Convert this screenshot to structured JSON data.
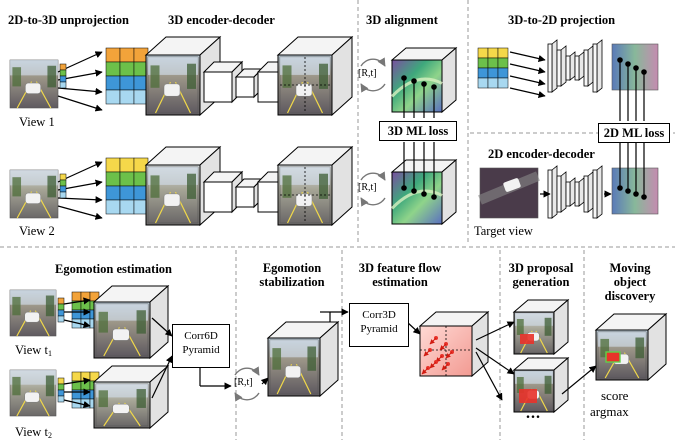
{
  "sections": {
    "unprojection": "2D-to-3D unprojection",
    "encoder_decoder_3d": "3D encoder-decoder",
    "alignment": "3D alignment",
    "projection": "3D-to-2D projection",
    "encoder_decoder_2d": "2D encoder-decoder",
    "egomotion_estimation": "Egomotion estimation",
    "egomotion_stabilization": [
      "Egomotion",
      "stabilization"
    ],
    "feature_flow": [
      "3D feature flow",
      "estimation"
    ],
    "proposal": [
      "3D proposal",
      "generation"
    ],
    "moving_object": [
      "Moving",
      "object",
      "discovery"
    ]
  },
  "labels": {
    "view1": "View 1",
    "view2": "View 2",
    "target_view": "Target view",
    "view_t1_base": "View t",
    "view_t1_sub": "1",
    "view_t2_base": "View t",
    "view_t2_sub": "2",
    "score": "score",
    "argmax": "argmax",
    "ellipsis": "..."
  },
  "boxes": {
    "ml3d": "3D ML loss",
    "ml2d": "2D ML loss",
    "corr6d": [
      "Corr6D",
      "Pyramid"
    ],
    "corr3d": [
      "Corr3D",
      "Pyramid"
    ]
  },
  "transforms": {
    "rt_top": "[R,t]",
    "rt_bottom": "[R,t]",
    "rt_stab": "[R,t]"
  },
  "colors": {
    "grid_orange": "#f2a33a",
    "grid_yellow": "#f5d84a",
    "grid_green": "#6cc04a",
    "grid_blue": "#3e96d8",
    "grid_lightblue": "#a8d8f0",
    "flow_red": "#e8322a",
    "separator": "#9a9a9a"
  },
  "icons": [
    "rotate-arrows-icon",
    "flow-arrow-icon"
  ]
}
